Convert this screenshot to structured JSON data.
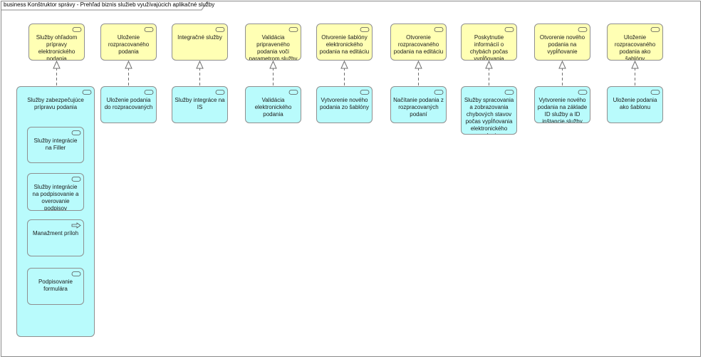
{
  "diagram": {
    "title": "business Konštruktor správy - Prehľad biznis služieb využívajúcich aplikačné služby",
    "business_services": [
      "Služby ohľadom prípravy elektronického podania",
      "Uloženie rozpracovaného podania",
      "Integračné služby",
      "Validácia pripraveného podania voči parametrom služby a formulára",
      "Otvorenie šablóny elektronického podania na editáciu",
      "Otvorenie rozpracovaného podania na editáciu",
      "Poskytnutie informácií o chybách počas vypĺňovania elektronického podania",
      "Otvorenie nového podania na vypĺňovanie",
      "Uloženie rozpracovaného podania ako šablóny"
    ],
    "application_services": [
      "Služby zabezpečujúce prípravu podania",
      "Uloženie podania do rozpracovaných",
      "Služby integráce na IS",
      "Validácia elektronického podania",
      "Vytvorenie nového podania zo šablóny",
      "Načítanie podania z rozpracovaných podaní",
      "Služby spracovania a zobrazovania chybových stavov počas vypĺňovania elektronického podania",
      "Vytvorenie nového podania na základe ID služby a ID inštancie služby",
      "Uloženie podania ako šablonu"
    ],
    "nested_elements": [
      {
        "label": "Služby integrácie na Filler",
        "icon": "service-icon"
      },
      {
        "label": "Služby integrácie na podpisovanie a overovanie podpisov",
        "icon": "service-icon"
      },
      {
        "label": "Manažment príloh",
        "icon": "process-arrow-icon"
      },
      {
        "label": "Podpisovanie formulára",
        "icon": "service-icon"
      }
    ]
  }
}
